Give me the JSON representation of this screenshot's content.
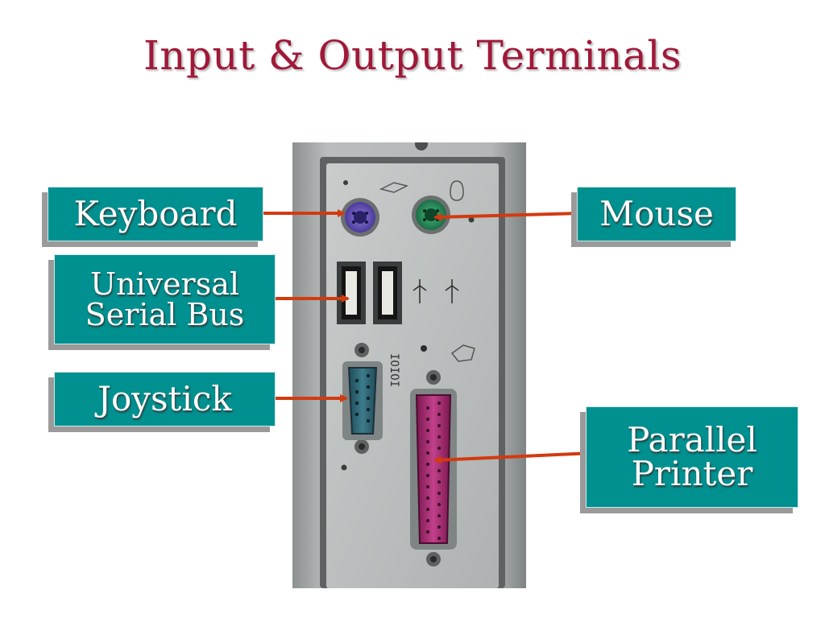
{
  "slide": {
    "title": "Input & Output Terminals"
  },
  "labels": {
    "keyboard": "Keyboard",
    "mouse": "Mouse",
    "usb_line1": "Universal",
    "usb_line2": "Serial Bus",
    "joystick": "Joystick",
    "parallel_line1": "Parallel",
    "parallel_line2": "Printer"
  },
  "colors": {
    "title": "#a01838",
    "callout_fill": "#009090",
    "arrow": "#d23a10",
    "panel": "#b9bcbc"
  }
}
